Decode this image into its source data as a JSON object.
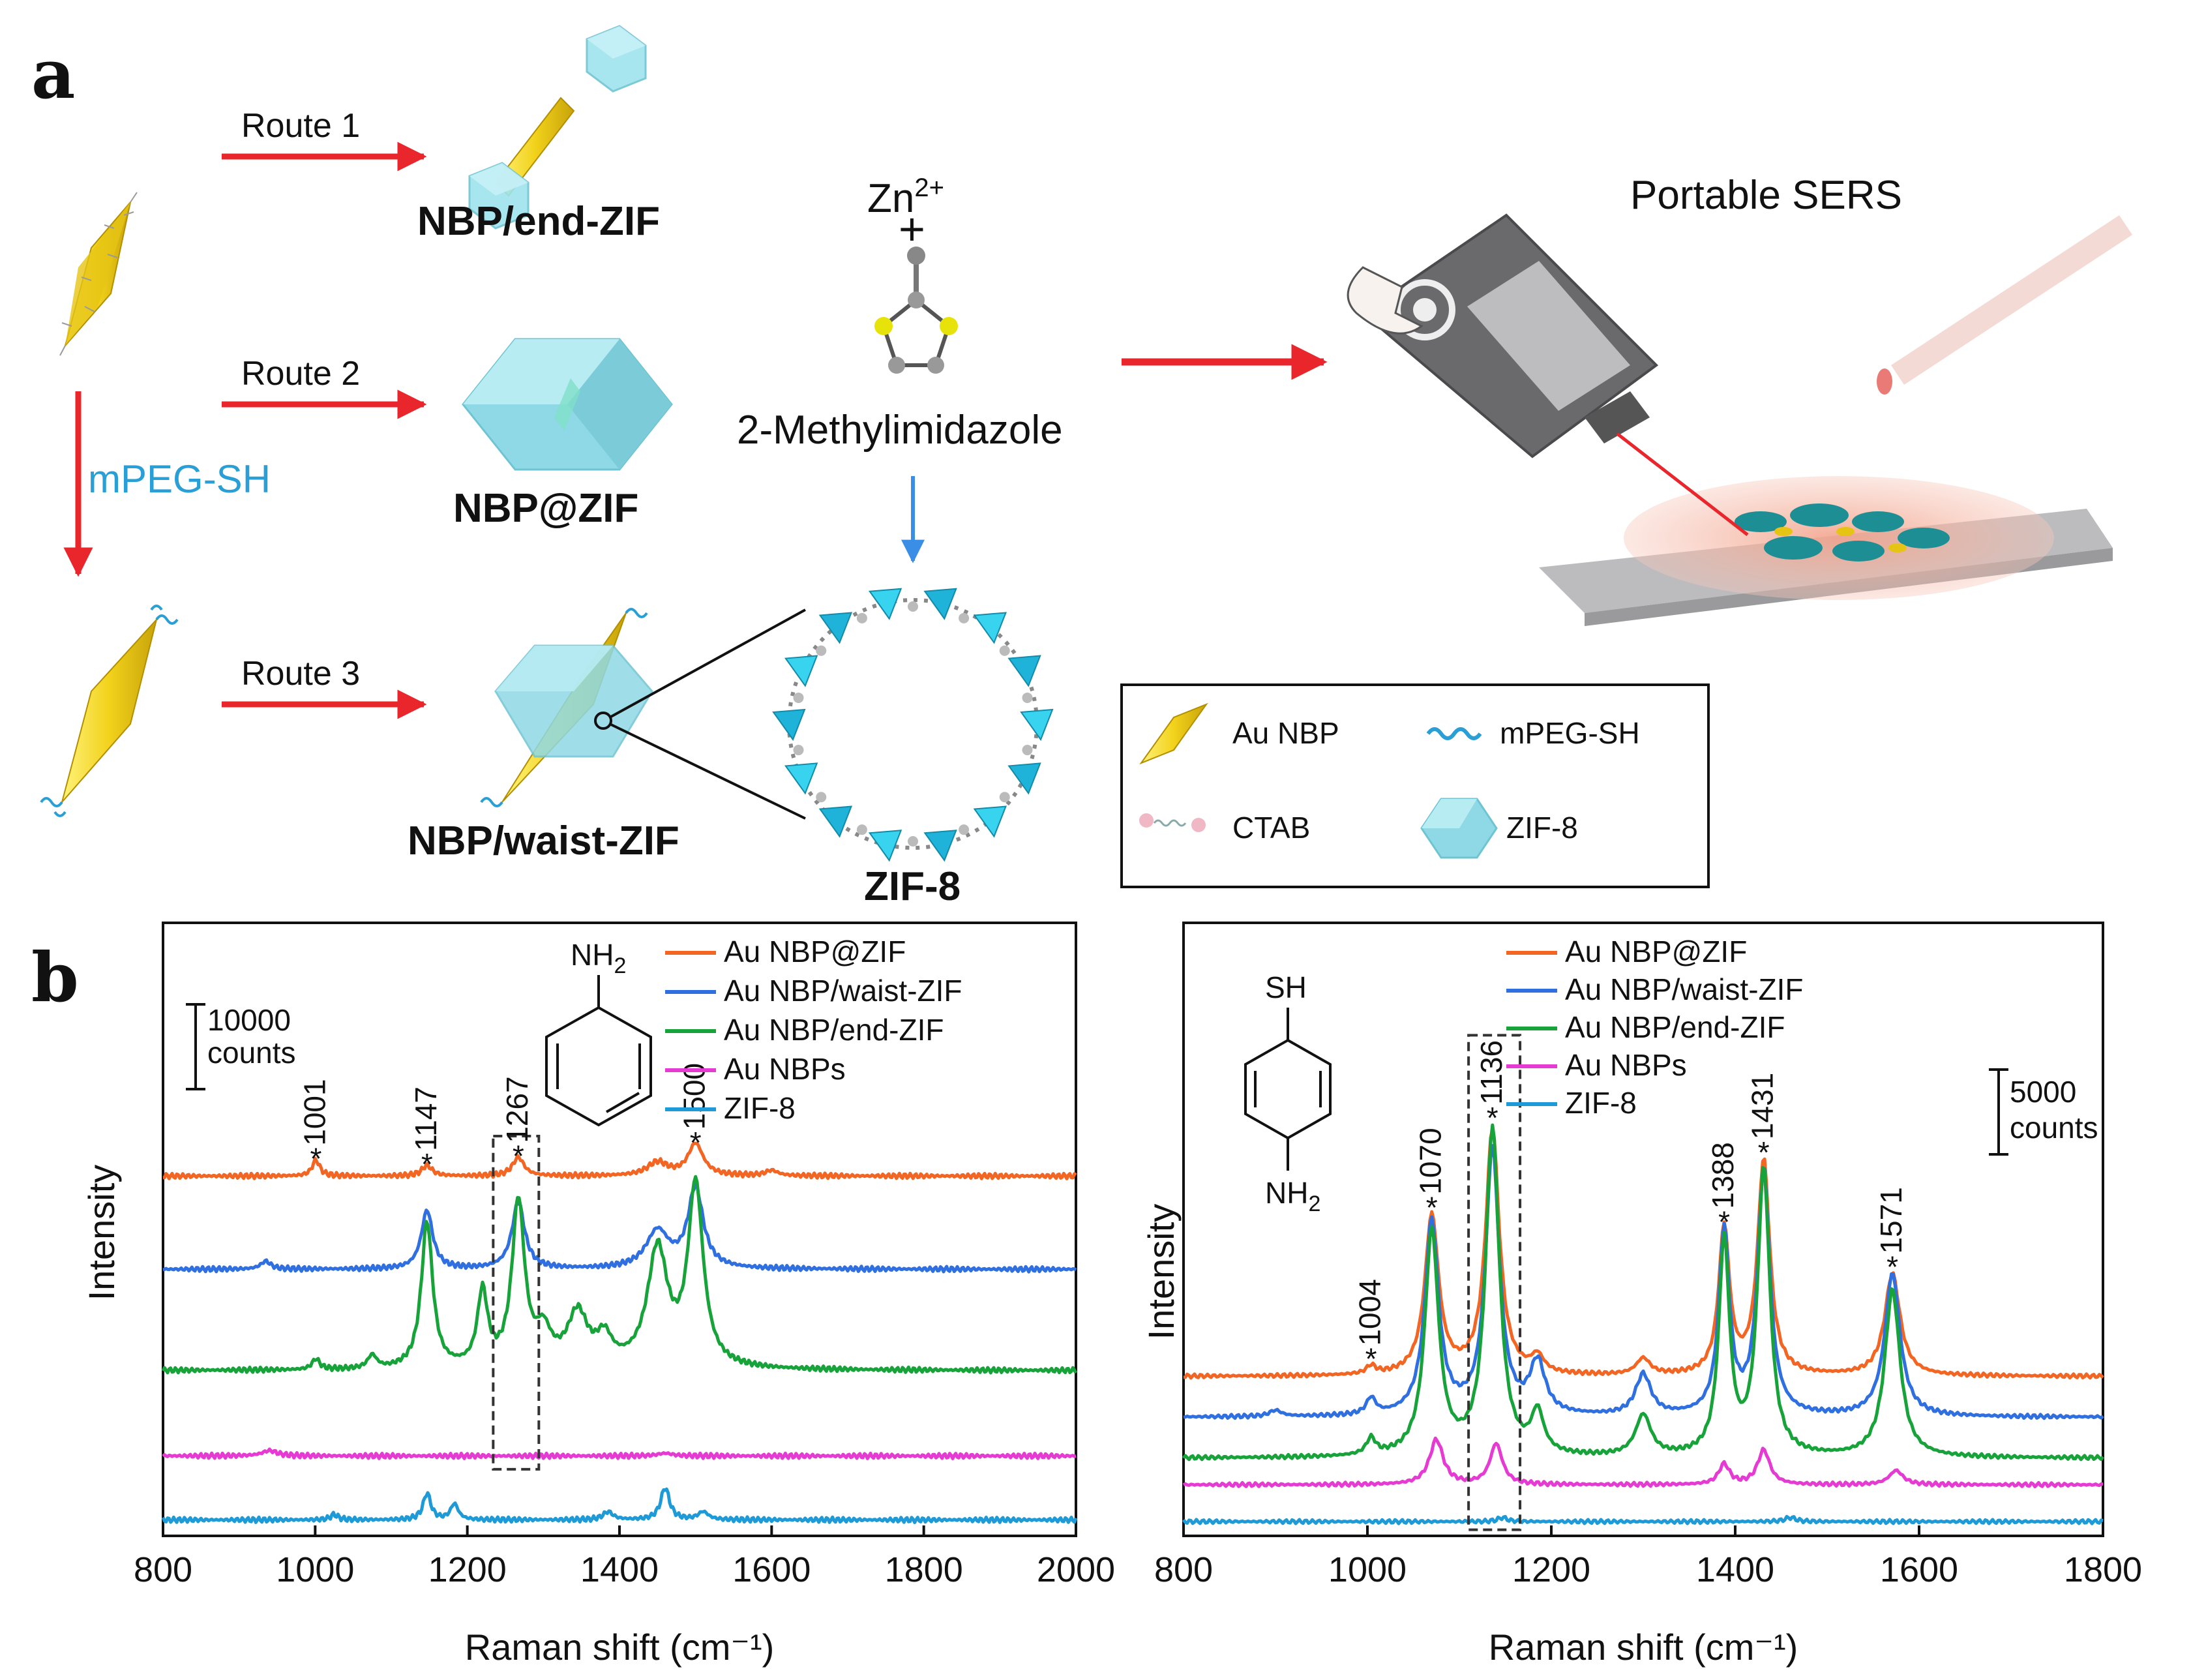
{
  "panel_a": {
    "letter": "a",
    "routes": [
      "Route 1",
      "Route 2",
      "Route 3"
    ],
    "products": [
      "NBP/end-ZIF",
      "NBP@ZIF",
      "NBP/waist-ZIF"
    ],
    "mpeg_label": "mPEG-SH",
    "zn_label": "Zn",
    "zn_sup": "2+",
    "plus": "+",
    "ligand_label": "2-Methylimidazole",
    "zif_label": "ZIF-8",
    "sers_label": "Portable SERS",
    "legend": {
      "au": "Au NBP",
      "mpeg": "mPEG-SH",
      "ctab": "CTAB",
      "zif": "ZIF-8"
    },
    "colors": {
      "arrow": "#e8262c",
      "blue_arrow": "#3a8ee6",
      "gold": "#f2d21b",
      "zif": "#8fd9e6",
      "mpeg": "#2a9fd6"
    }
  },
  "panel_b": {
    "letter": "b"
  },
  "chart_data": [
    {
      "type": "line",
      "xlabel": "Raman shift (cm⁻¹)",
      "ylabel": "Intensity",
      "xlim": [
        800,
        2000
      ],
      "xticks": [
        "800",
        "1000",
        "1200",
        "1400",
        "1600",
        "1800",
        "2000"
      ],
      "scale_bar": [
        "10000",
        "counts"
      ],
      "molecule": {
        "group": "NH",
        "sub": "2"
      },
      "series": [
        {
          "name": "Au NBP@ZIF",
          "color": "#f26522",
          "baseline": 1.35,
          "peaks": [
            [
              1001,
              0.06,
              6
            ],
            [
              1147,
              0.04,
              8
            ],
            [
              1267,
              0.07,
              9
            ],
            [
              1450,
              0.05,
              16
            ],
            [
              1500,
              0.12,
              12
            ],
            [
              1600,
              0.02,
              10
            ]
          ]
        },
        {
          "name": "Au NBP/waist-ZIF",
          "color": "#2f6fe0",
          "baseline": 1.0,
          "peaks": [
            [
              935,
              0.03,
              8
            ],
            [
              1147,
              0.22,
              9
            ],
            [
              1267,
              0.25,
              10
            ],
            [
              1450,
              0.14,
              18
            ],
            [
              1500,
              0.3,
              12
            ]
          ]
        },
        {
          "name": "Au NBP/end-ZIF",
          "color": "#17a23a",
          "baseline": 0.62,
          "peaks": [
            [
              1001,
              0.04,
              6
            ],
            [
              1075,
              0.05,
              7
            ],
            [
              1147,
              0.55,
              9
            ],
            [
              1220,
              0.28,
              8
            ],
            [
              1267,
              0.62,
              10
            ],
            [
              1300,
              0.12,
              12
            ],
            [
              1345,
              0.2,
              16
            ],
            [
              1380,
              0.1,
              12
            ],
            [
              1450,
              0.44,
              16
            ],
            [
              1500,
              0.68,
              12
            ]
          ]
        },
        {
          "name": "Au NBPs",
          "color": "#e53bd3",
          "baseline": 0.3,
          "peaks": [
            [
              940,
              0.02,
              12
            ],
            [
              1460,
              0.01,
              12
            ]
          ]
        },
        {
          "name": "ZIF-8",
          "color": "#1e9ad6",
          "baseline": 0.06,
          "peaks": [
            [
              1025,
              0.02,
              6
            ],
            [
              1147,
              0.1,
              6
            ],
            [
              1183,
              0.06,
              6
            ],
            [
              1385,
              0.03,
              8
            ],
            [
              1460,
              0.12,
              7
            ],
            [
              1510,
              0.03,
              8
            ]
          ]
        }
      ],
      "annotations": [
        {
          "label": "1001",
          "x": 1001,
          "y": 1.41
        },
        {
          "label": "1147",
          "x": 1147,
          "y": 1.39
        },
        {
          "label": "1267",
          "x": 1267,
          "y": 1.42
        },
        {
          "label": "1500",
          "x": 1500,
          "y": 1.47
        }
      ],
      "box": {
        "x": [
          1234,
          1294
        ],
        "y": [
          0.25,
          1.5
        ]
      },
      "ylim": [
        0,
        2.3
      ]
    },
    {
      "type": "line",
      "xlabel": "Raman shift (cm⁻¹)",
      "ylabel": "Intensity",
      "xlim": [
        800,
        1800
      ],
      "xticks": [
        "800",
        "1000",
        "1200",
        "1400",
        "1600",
        "1800"
      ],
      "scale_bar": [
        "5000",
        "counts"
      ],
      "molecule": {
        "top_group": "SH",
        "group": "NH",
        "sub": "2"
      },
      "series": [
        {
          "name": "Au NBP@ZIF",
          "color": "#f26522",
          "baseline": 0.78,
          "peaks": [
            [
              1004,
              0.04,
              6
            ],
            [
              1070,
              0.78,
              9
            ],
            [
              1136,
              1.2,
              9
            ],
            [
              1185,
              0.08,
              8
            ],
            [
              1300,
              0.08,
              9
            ],
            [
              1388,
              0.72,
              7
            ],
            [
              1431,
              1.05,
              8
            ],
            [
              1571,
              0.5,
              10
            ]
          ]
        },
        {
          "name": "Au NBP/waist-ZIF",
          "color": "#2f6fe0",
          "baseline": 0.58,
          "peaks": [
            [
              900,
              0.03,
              8
            ],
            [
              1004,
              0.08,
              6
            ],
            [
              1070,
              0.95,
              9
            ],
            [
              1136,
              1.3,
              9
            ],
            [
              1185,
              0.25,
              10
            ],
            [
              1300,
              0.2,
              10
            ],
            [
              1388,
              0.9,
              7
            ],
            [
              1431,
              1.2,
              8
            ],
            [
              1571,
              0.7,
              10
            ]
          ]
        },
        {
          "name": "Au NBP/end-ZIF",
          "color": "#17a23a",
          "baseline": 0.38,
          "peaks": [
            [
              1004,
              0.08,
              6
            ],
            [
              1070,
              1.1,
              9
            ],
            [
              1136,
              1.6,
              9
            ],
            [
              1185,
              0.2,
              8
            ],
            [
              1300,
              0.2,
              10
            ],
            [
              1388,
              1.05,
              7
            ],
            [
              1431,
              1.4,
              8
            ],
            [
              1571,
              0.82,
              10
            ]
          ]
        },
        {
          "name": "Au NBPs",
          "color": "#e53bd3",
          "baseline": 0.25,
          "peaks": [
            [
              1075,
              0.22,
              9
            ],
            [
              1140,
              0.2,
              8
            ],
            [
              1388,
              0.1,
              7
            ],
            [
              1431,
              0.17,
              8
            ],
            [
              1575,
              0.07,
              9
            ]
          ]
        },
        {
          "name": "ZIF-8",
          "color": "#1e9ad6",
          "baseline": 0.07,
          "peaks": [
            [
              1147,
              0.02,
              6
            ],
            [
              1460,
              0.02,
              7
            ]
          ]
        }
      ],
      "annotations": [
        {
          "label": "1004",
          "x": 1004,
          "y": 0.86
        },
        {
          "label": "1070",
          "x": 1070,
          "y": 1.6
        },
        {
          "label": "1136",
          "x": 1136,
          "y": 2.04
        },
        {
          "label": "1388",
          "x": 1388,
          "y": 1.53
        },
        {
          "label": "1431",
          "x": 1431,
          "y": 1.87
        },
        {
          "label": "1571",
          "x": 1571,
          "y": 1.31
        }
      ],
      "box": {
        "x": [
          1110,
          1166
        ],
        "y": [
          0.03,
          2.45
        ]
      },
      "ylim": [
        0,
        3.0
      ]
    }
  ]
}
